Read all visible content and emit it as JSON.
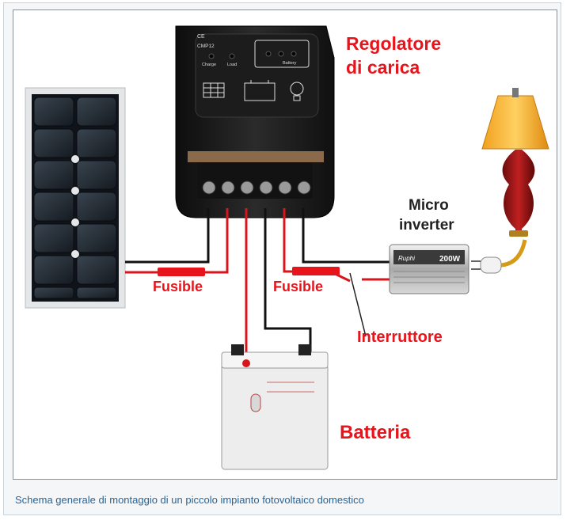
{
  "diagram": {
    "controller": {
      "label_line1": "Regolatore",
      "label_line2": "di carica",
      "model": "CMP12",
      "ce_mark": "CE",
      "led_charge": "Charge",
      "led_load": "Load",
      "led_battery": "Battery"
    },
    "fuse_left": "Fusible",
    "fuse_right": "Fusible",
    "inverter": {
      "label_line1": "Micro",
      "label_line2": "inverter",
      "brand": "Ruphi",
      "power": "200W"
    },
    "switch_label": "Interruttore",
    "battery_label": "Batteria"
  },
  "caption": "Schema generale di montaggio di un piccolo impianto fotovoltaico domestico",
  "colors": {
    "label_red": "#e8141b",
    "wire_red": "#d8151c",
    "caption": "#2a6496"
  }
}
